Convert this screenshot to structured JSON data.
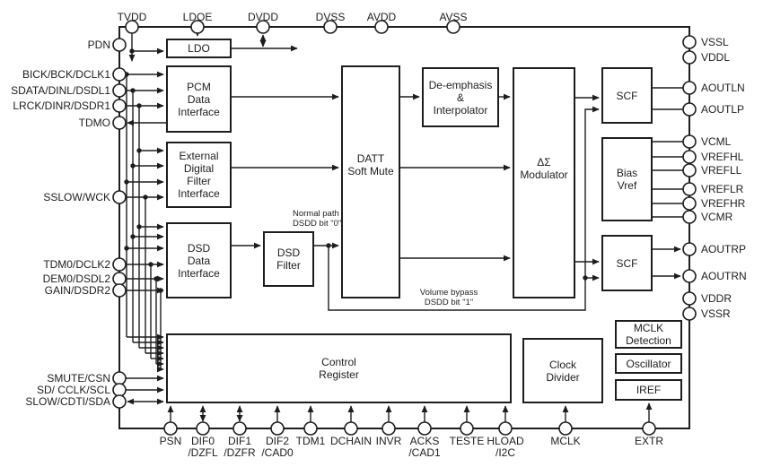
{
  "colors": {
    "line": "#1d1d1d",
    "background": "#ffffff"
  },
  "pins": {
    "top": [
      {
        "label": "TVDD"
      },
      {
        "label": "LDOE"
      },
      {
        "label": "DVDD"
      },
      {
        "label": "DVSS"
      },
      {
        "label": "AVDD"
      },
      {
        "label": "AVSS"
      }
    ],
    "left": [
      {
        "label": "PDN"
      },
      {
        "label": "BICK/BCK/DCLK1"
      },
      {
        "label": "SDATA/DINL/DSDL1"
      },
      {
        "label": "LRCK/DINR/DSDR1"
      },
      {
        "label": "TDMO"
      },
      {
        "label": "SSLOW/WCK"
      },
      {
        "label": "TDM0/DCLK2"
      },
      {
        "label": "DEM0/DSDL2"
      },
      {
        "label": "GAIN/DSDR2"
      },
      {
        "label": "SMUTE/CSN"
      },
      {
        "label": "SD/ CCLK/SCL"
      },
      {
        "label": "SLOW/CDTI/SDA"
      }
    ],
    "right": [
      {
        "label": "VSSL"
      },
      {
        "label": "VDDL"
      },
      {
        "label": "AOUTLN"
      },
      {
        "label": "AOUTLP"
      },
      {
        "label": "VCML"
      },
      {
        "label": "VREFHL"
      },
      {
        "label": "VREFLL"
      },
      {
        "label": "VREFLR"
      },
      {
        "label": "VREFHR"
      },
      {
        "label": "VCMR"
      },
      {
        "label": "AOUTRP"
      },
      {
        "label": "AOUTRN"
      },
      {
        "label": "VDDR"
      },
      {
        "label": "VSSR"
      }
    ],
    "bottom": [
      {
        "l1": "PSN",
        "l2": ""
      },
      {
        "l1": "DIF0",
        "l2": "/DZFL"
      },
      {
        "l1": "DIF1",
        "l2": "/DZFR"
      },
      {
        "l1": "DIF2",
        "l2": "/CAD0"
      },
      {
        "l1": "TDM1",
        "l2": ""
      },
      {
        "l1": "DCHAIN",
        "l2": ""
      },
      {
        "l1": "INVR",
        "l2": ""
      },
      {
        "l1": "ACKS",
        "l2": "/CAD1"
      },
      {
        "l1": "TESTE",
        "l2": ""
      },
      {
        "l1": "HLOAD",
        "l2": "/I2C"
      },
      {
        "l1": "MCLK",
        "l2": ""
      },
      {
        "l1": "EXTR",
        "l2": ""
      }
    ]
  },
  "blocks": {
    "ldo": "LDO",
    "pcm": "PCM\nData\nInterface",
    "ext_filter": "External\nDigital\nFilter\nInterface",
    "dsd": "DSD\nData\nInterface",
    "dsd_filter": "DSD\nFilter",
    "datt": "DATT\nSoft Mute",
    "deemphasis": "De-emphasis\n&\nInterpolator",
    "modulator": "ΔΣ\nModulator",
    "scf_top": "SCF",
    "bias": "Bias\nVref",
    "scf_bottom": "SCF",
    "control": "Control\nRegister",
    "clock_divider": "Clock\nDivider",
    "mclk_detection": "MCLK\nDetection",
    "oscillator": "Oscillator",
    "iref": "IREF"
  },
  "annotations": {
    "normal_path": "Normal path\nDSDD bit \"0\"",
    "volume_bypass": "Volume bypass\nDSDD bit \"1\""
  }
}
